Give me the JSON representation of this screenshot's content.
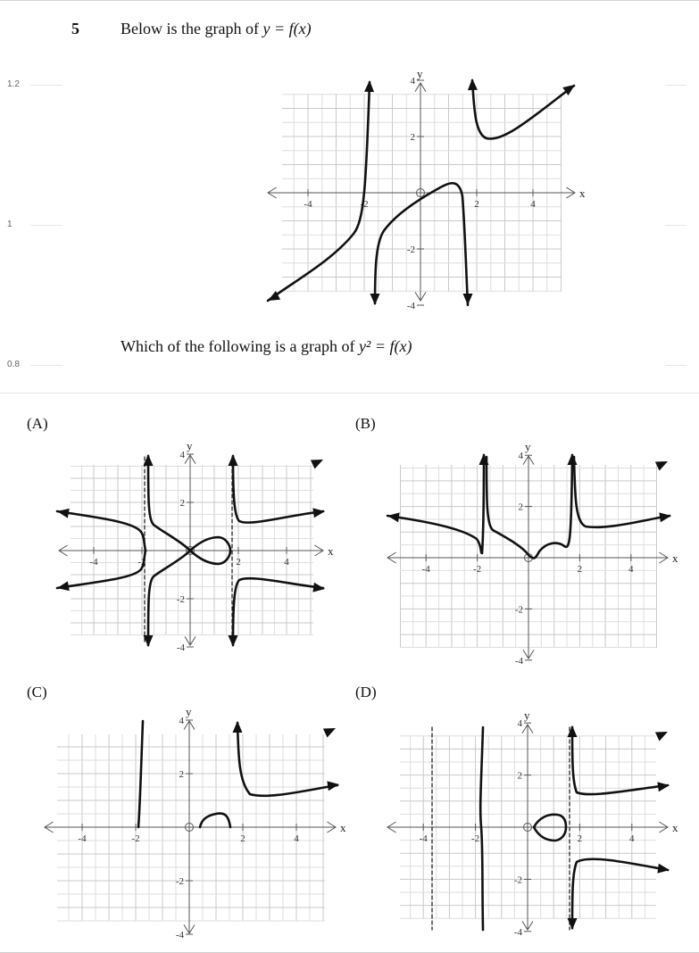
{
  "question": {
    "number": "5",
    "prompt_prefix": "Below is the graph of ",
    "prompt_math": "y = f(x)",
    "follow_prefix": "Which of the following is a graph of ",
    "follow_math": "y² = f(x)"
  },
  "side_ticks": [
    "1.2",
    "1",
    "0.8"
  ],
  "graph_labels": {
    "x_axis": "x",
    "y_axis": "y",
    "x_ticks": [
      "-4",
      "-2",
      "2",
      "4"
    ],
    "y_ticks": [
      "4",
      "2",
      "-2",
      "-4"
    ]
  },
  "options": [
    "(A)",
    "(B)",
    "(C)",
    "(D)"
  ]
}
